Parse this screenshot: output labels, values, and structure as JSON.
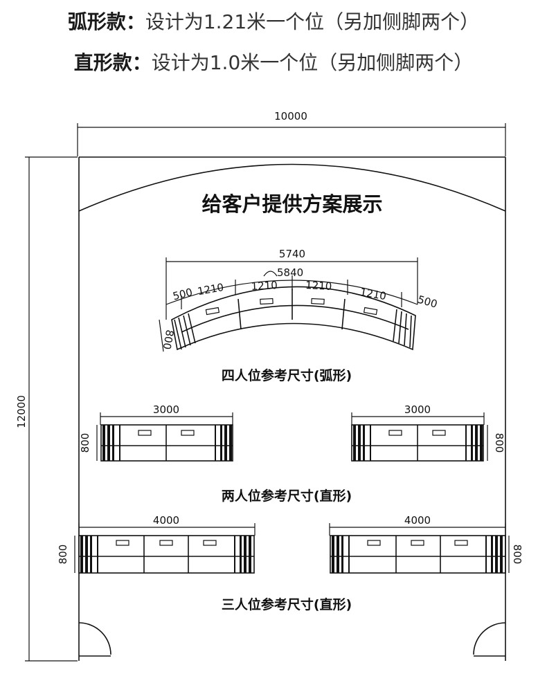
{
  "header": {
    "line1": {
      "key": "弧形款：",
      "value": "设计为1.21米一个位（另加侧脚两个）"
    },
    "line2": {
      "key": "直形款：",
      "value": "设计为1.0米一个位（另加侧脚两个）"
    }
  },
  "plan": {
    "overall_width": "10000",
    "overall_height": "12000",
    "title": "给客户提供方案展示"
  },
  "curved_desk": {
    "chord": "5740",
    "arc": "5840",
    "arc_prefix": "⌒",
    "end_left": "500",
    "end_right": "500",
    "seat_widths": [
      "1210",
      "1210",
      "1210",
      "1210"
    ],
    "depth": "800",
    "caption": "四人位参考尺寸(弧形)"
  },
  "two_seat": {
    "width_left": "3000",
    "width_right": "3000",
    "depth_left": "800",
    "depth_right": "800",
    "caption": "两人位参考尺寸(直形)"
  },
  "three_seat": {
    "width_left": "4000",
    "width_right": "4000",
    "depth_left": "800",
    "depth_right": "800",
    "caption": "三人位参考尺寸(直形)"
  }
}
